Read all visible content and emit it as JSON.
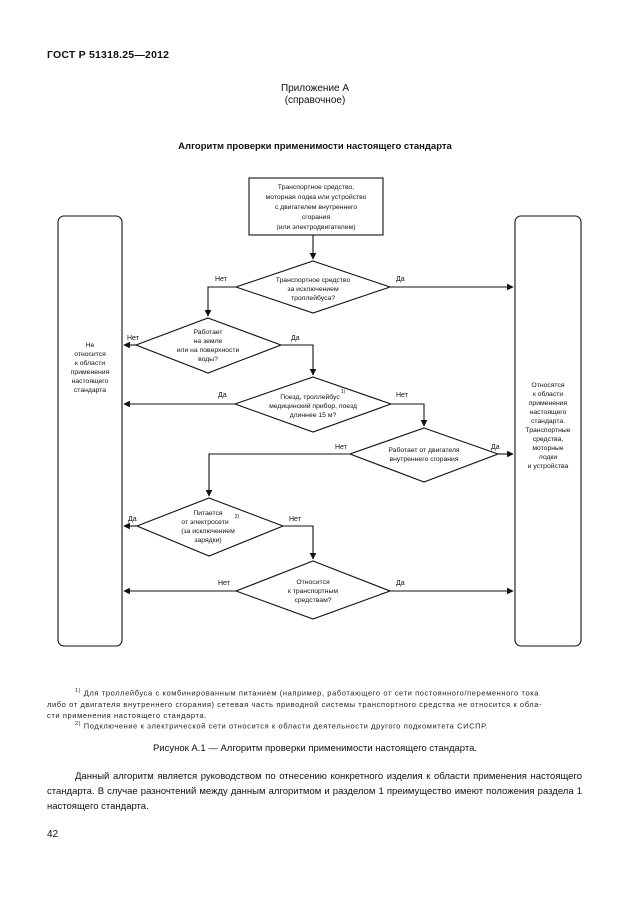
{
  "header": {
    "doc_number": "ГОСТ Р 51318.25—2012"
  },
  "appendix": {
    "title": "Приложение А",
    "subtitle": "(справочное)"
  },
  "algorithm_title": "Алгоритм проверки применимости настоящего стандарта",
  "flowchart": {
    "start": [
      "Транспортное средство,",
      "моторная лодка или устройство",
      "с двигателем внутреннего",
      "сгорания",
      "(или электродвигателем)"
    ],
    "d1": [
      "Транспортное средство",
      "за исключением",
      "троллейбуса?"
    ],
    "d2": [
      "Работает",
      "на земле",
      "или на поверхности",
      "воды?"
    ],
    "d3": [
      "Поезд, троллейбус",
      "медицинский прибор, поезд",
      "длиннее 15 м?"
    ],
    "d3_sup": "1)",
    "d4": [
      "Работает от двигателя",
      "внутреннего сгорания"
    ],
    "d5": [
      "Питается",
      "от электросети",
      "(за исключением",
      "зарядки)"
    ],
    "d5_sup": "2)",
    "d6": [
      "Относится",
      "к транспортным",
      "средствам?"
    ],
    "left_box": [
      "Не",
      "относится",
      "к области",
      "применения",
      "настоящего",
      "стандарта"
    ],
    "right_box": [
      "Относятся",
      "к области",
      "применения",
      "настоящего",
      "стандарта.",
      "Транспортные",
      "средства,",
      "моторные",
      "лодки",
      "и устройства"
    ],
    "labels": {
      "yes": "Да",
      "no": "Нет"
    }
  },
  "footnotes": {
    "f1_mark": "1)",
    "f1_line1": "Для троллейбуса с комбинированным питанием (например, работающего от сети постоянного/переменного тока",
    "f1_line2": "либо от двигателя внутреннего сгорания) сетевая часть приводной системы транспортного средства не относится к обла-",
    "f1_line3": "сти применения настоящего стандарта.",
    "f2_mark": "2)",
    "f2_line1": "Подключение к электрической сети относится к области деятельности другого подкомитета СИСПР."
  },
  "figure_caption": "Рисунок А.1 — Алгоритм проверки применимости настоящего стандарта.",
  "body_paragraph": "Данный алгоритм является руководством по отнесению конкретного изделия к области применения настоящего стандарта. В случае разночтений между данным алгоритмом и разделом 1 преимущество имеют положения раздела 1 настоящего стандарта.",
  "page_number": "42"
}
